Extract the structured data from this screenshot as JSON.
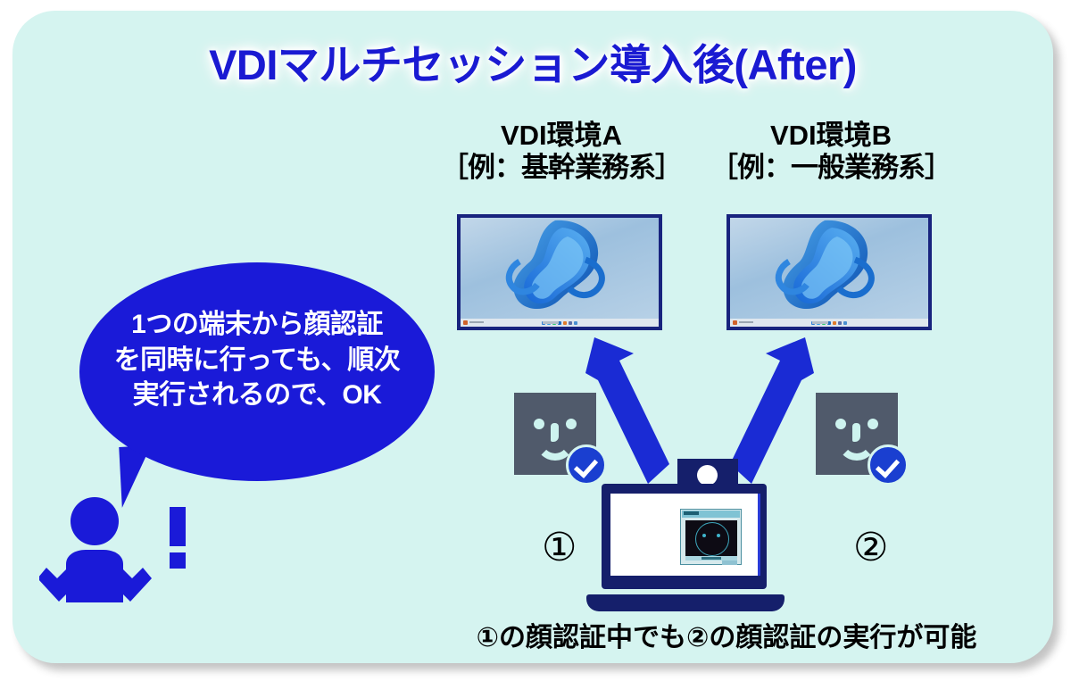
{
  "title": "VDIマルチセッション導入後(After)",
  "environments": [
    {
      "name": "VDI環境A",
      "example": "［例：基幹業務系］",
      "number": "①"
    },
    {
      "name": "VDI環境B",
      "example": "［例：一般業務系］",
      "number": "②"
    }
  ],
  "speech_bubble": {
    "lines": [
      "1つの端末から顔認証",
      "を同時に行っても、順次",
      "実行されるので、OK"
    ]
  },
  "person": {
    "emphasis": "!"
  },
  "bottom_caption": "①の顔認証中でも②の顔認証の実行が可能",
  "colors": {
    "card_background": "#d5f4f0",
    "title_blue": "#1a1ad2",
    "bubble_blue": "#1a1ad8",
    "arrow_blue": "#1a2bd4",
    "monitor_bezel": "#18237e",
    "laptop_navy": "#151f6b",
    "face_gray": "#505a6b",
    "face_feature": "#cdf3ef",
    "check_badge": "#1a3fd0"
  },
  "icons": {
    "face_a": "face-recognition-icon",
    "face_b": "face-recognition-icon",
    "check_a": "check-circle-icon",
    "check_b": "check-circle-icon",
    "laptop": "laptop-icon",
    "person": "person-shrug-icon",
    "arrow_a": "arrow-up-left-icon",
    "arrow_b": "arrow-up-right-icon"
  },
  "monitor_screen": {
    "wallpaper": "windows-bloom-wallpaper",
    "taskbar": "windows-taskbar"
  },
  "auth_window": {
    "label": "face-auth-app-window",
    "camera_preview": "face-detection-oval"
  }
}
